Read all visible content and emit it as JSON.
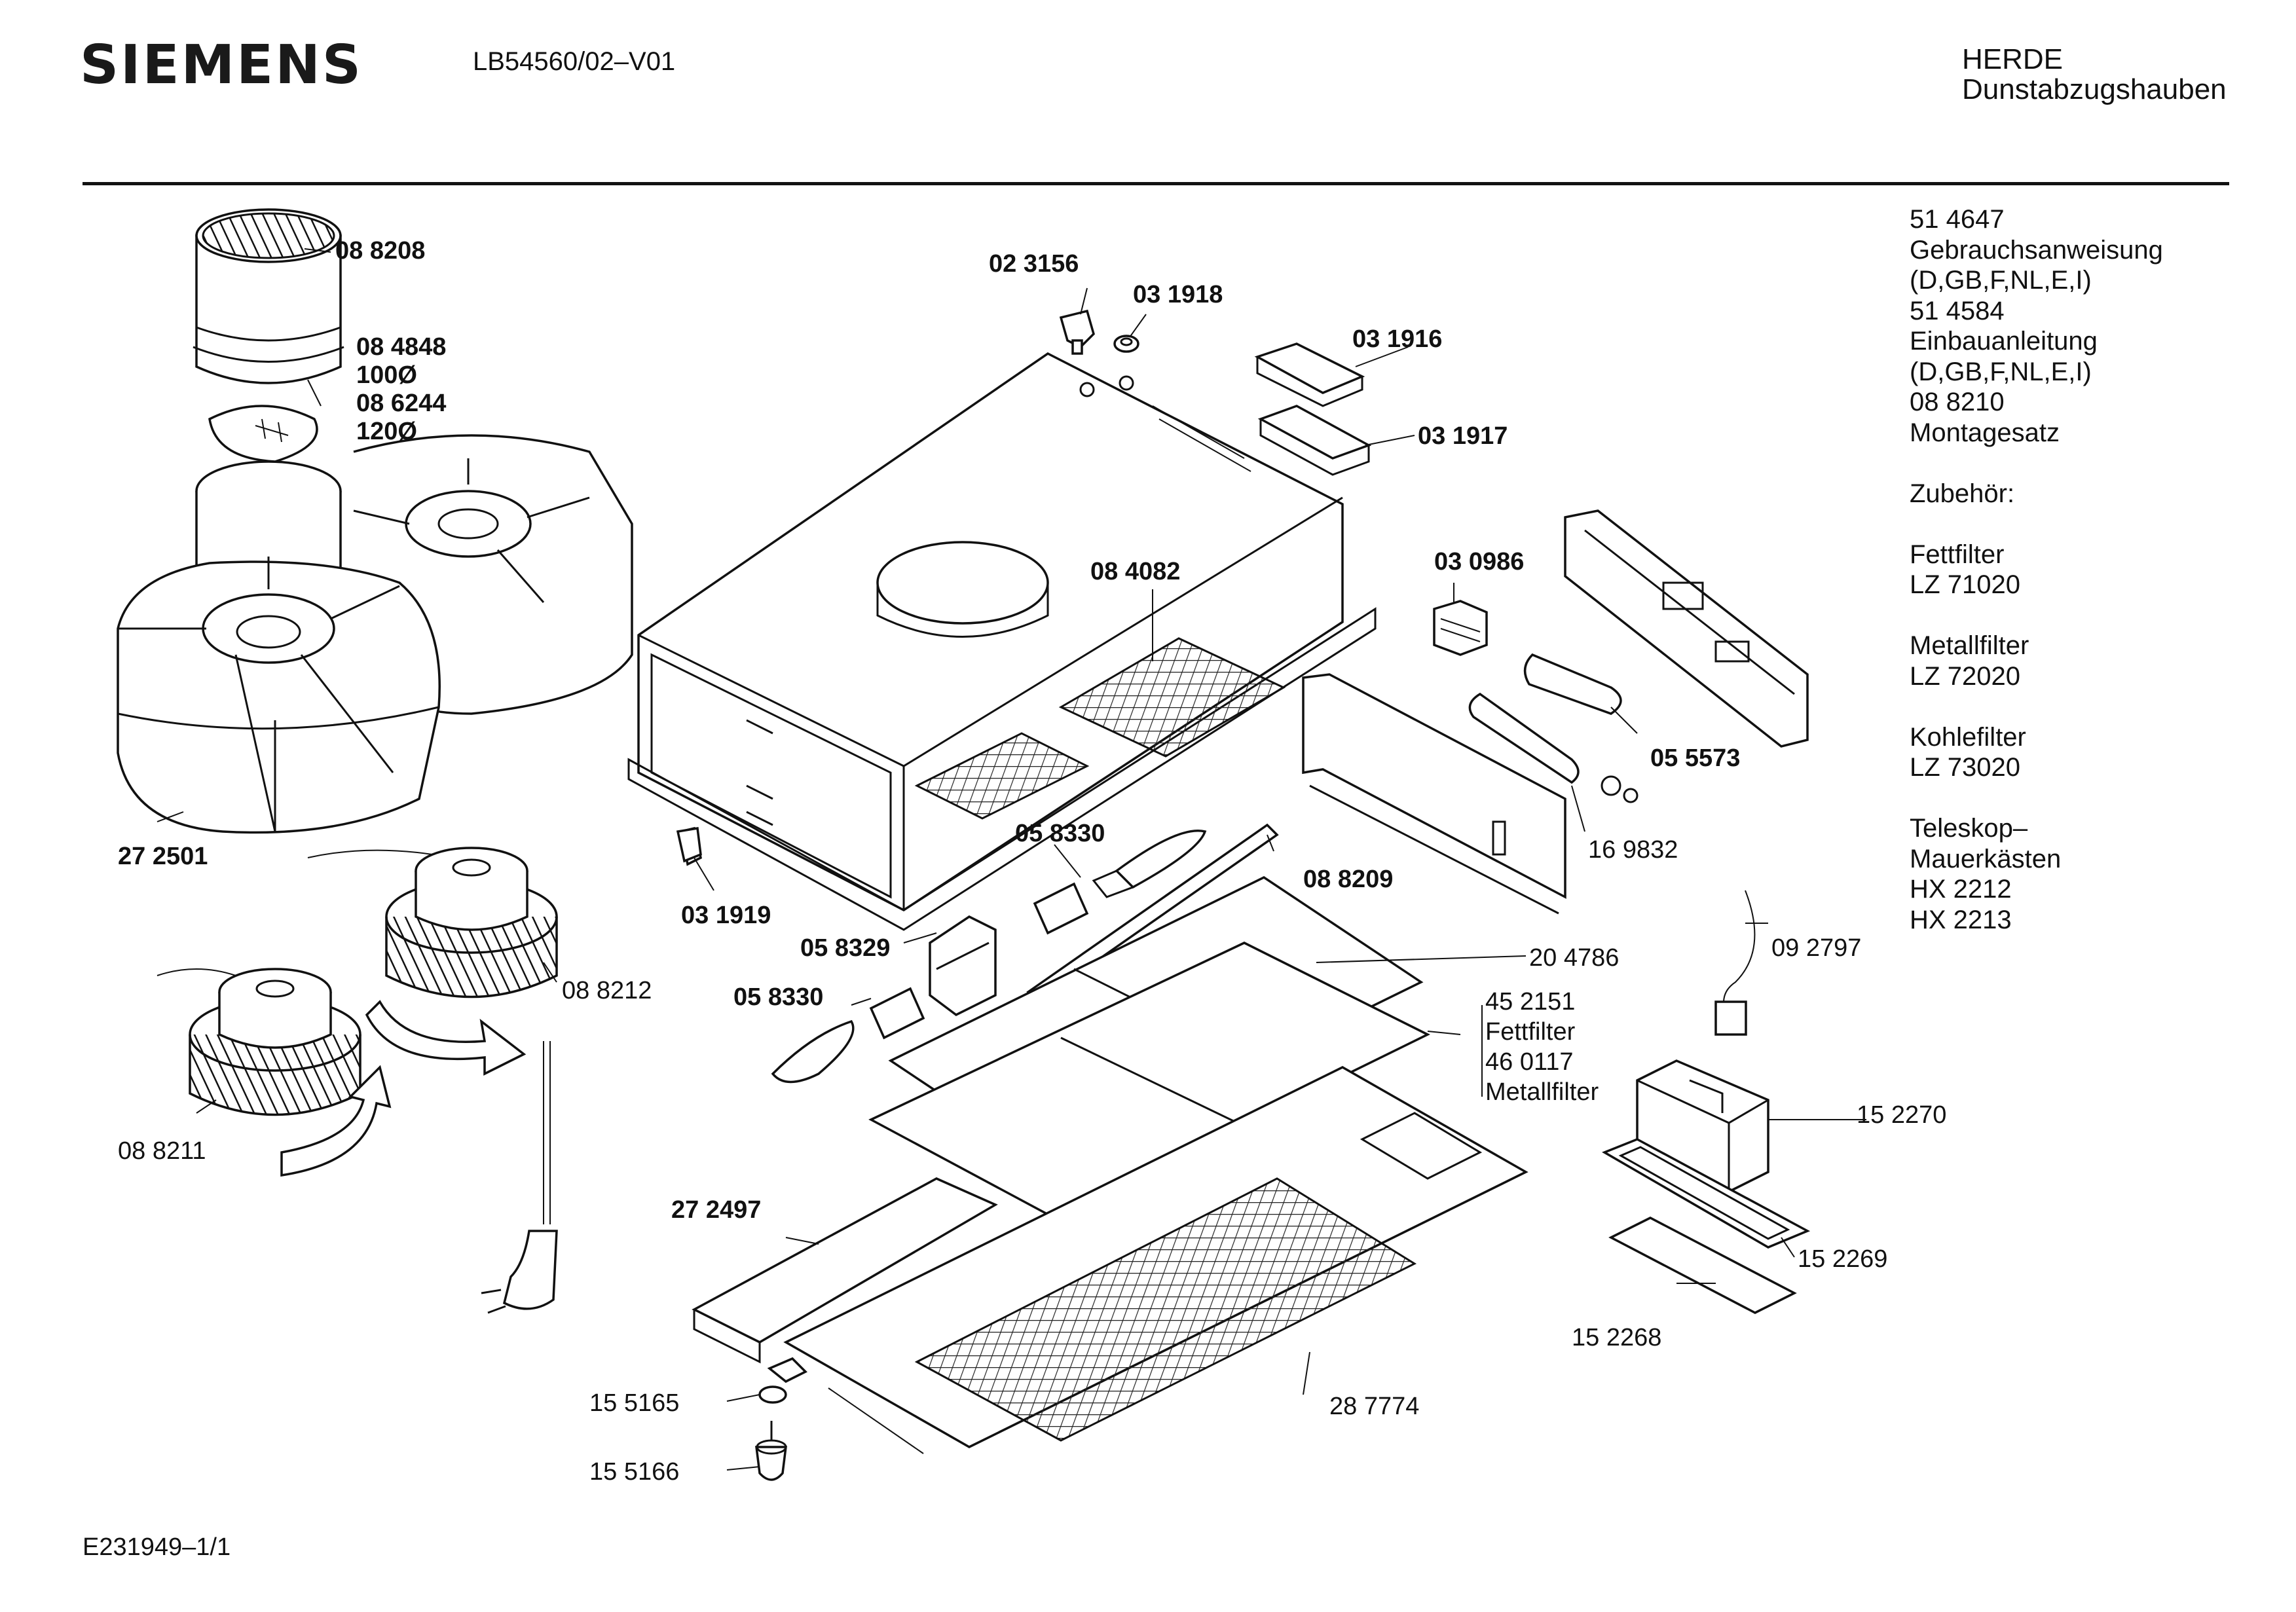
{
  "header": {
    "brand": "SIEMENS",
    "model": "LB54560/02–V01",
    "category_line1": "HERDE",
    "category_line2": "Dunstabzugshauben"
  },
  "docs": [
    "51 4647",
    "Gebrauchsanweisung",
    "(D,GB,F,NL,E,I)",
    "51 4584",
    "Einbauanleitung",
    "(D,GB,F,NL,E,I)",
    "08 8210",
    "Montagesatz",
    "",
    "Zubehör:",
    "",
    "Fettfilter",
    "LZ 71020",
    "",
    "Metallfilter",
    "LZ 72020",
    "",
    "Kohlefilter",
    "LZ 73020",
    "",
    "Teleskop–",
    "Mauerkästen",
    "HX 2212",
    "HX 2213"
  ],
  "parts": [
    {
      "id": "08 8208",
      "bold": true
    },
    {
      "id": "08 4848",
      "bold": true
    },
    {
      "id": "100Ø",
      "bold": true
    },
    {
      "id": "08 6244",
      "bold": true
    },
    {
      "id": "120Ø",
      "bold": true
    },
    {
      "id": "27 2501",
      "bold": true
    },
    {
      "id": "08 8212",
      "bold": false
    },
    {
      "id": "08 8211",
      "bold": false
    },
    {
      "id": "02 3156",
      "bold": true
    },
    {
      "id": "03 1918",
      "bold": true
    },
    {
      "id": "03 1916",
      "bold": true
    },
    {
      "id": "03 1917",
      "bold": true
    },
    {
      "id": "08 4082",
      "bold": true
    },
    {
      "id": "03 0986",
      "bold": true
    },
    {
      "id": "05 5573",
      "bold": true
    },
    {
      "id": "16 9832",
      "bold": false
    },
    {
      "id": "05 8330",
      "bold": true
    },
    {
      "id": "08 8209",
      "bold": true
    },
    {
      "id": "03 1919",
      "bold": true
    },
    {
      "id": "05 8329",
      "bold": true
    },
    {
      "id": "05 8330",
      "bold": true
    },
    {
      "id": "20 4786",
      "bold": false
    },
    {
      "id": "45 2151",
      "bold": false
    },
    {
      "id": "Fettfilter",
      "bold": false
    },
    {
      "id": "46 0117",
      "bold": false
    },
    {
      "id": "Metallfilter",
      "bold": false
    },
    {
      "id": "09 2797",
      "bold": false
    },
    {
      "id": "15 2270",
      "bold": false
    },
    {
      "id": "15 2269",
      "bold": false
    },
    {
      "id": "15 2268",
      "bold": false
    },
    {
      "id": "27 2497",
      "bold": true
    },
    {
      "id": "28 7774",
      "bold": false
    },
    {
      "id": "15 5165",
      "bold": false
    },
    {
      "id": "15 5166",
      "bold": false
    }
  ],
  "footer": "E231949–1/1"
}
